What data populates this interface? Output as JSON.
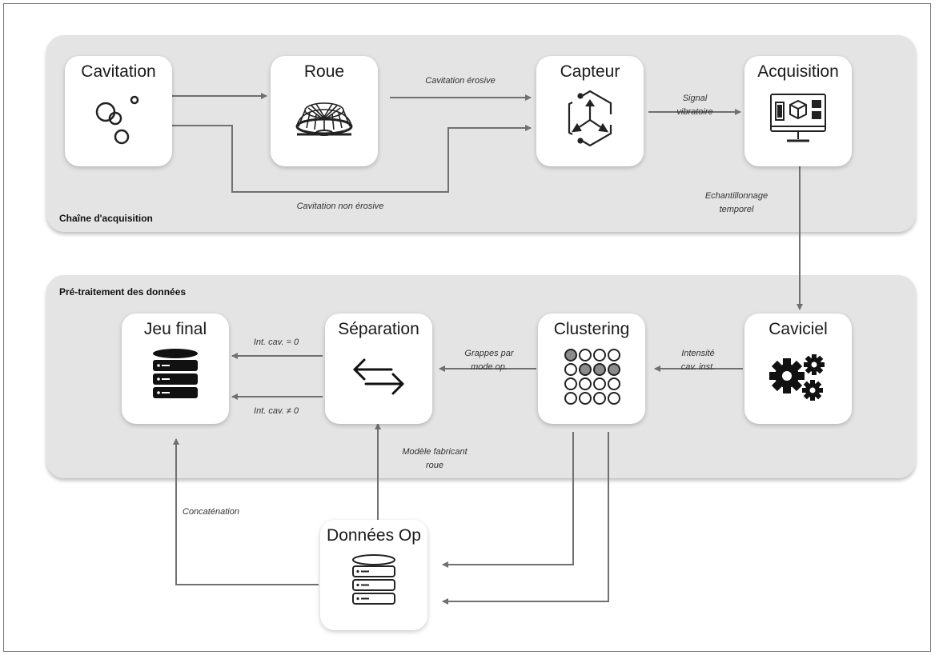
{
  "groups": {
    "acquisition": "Chaîne d'acquisition",
    "pretraitement": "Pré-traitement des données"
  },
  "nodes": {
    "cavitation": "Cavitation",
    "roue": "Roue",
    "capteur": "Capteur",
    "acquisition": "Acquisition",
    "caviciel": "Caviciel",
    "clustering": "Clustering",
    "separation": "Séparation",
    "jeu_final": "Jeu final",
    "donnees_op": "Données Op"
  },
  "edges": {
    "cavitation_erosive": "Cavitation érosive",
    "cavitation_non_erosive": "Cavitation non érosive",
    "signal_line1": "Signal",
    "signal_line2": "vibratoire",
    "echant_line1": "Echantillonnage",
    "echant_line2": "temporel",
    "intensite_line1": "Intensité",
    "intensite_line2": "cav. inst.",
    "grappes_line1": "Grappes par",
    "grappes_line2": "mode op.",
    "int_cav_zero": "Int. cav. = 0",
    "int_cav_nonzero": "Int. cav. ≠ 0",
    "modele_line1": "Modèle fabricant",
    "modele_line2": "roue",
    "concatenation": "Concaténation"
  },
  "icons": {
    "cavitation": "bubbles-icon",
    "roue": "turbine-wheel-icon",
    "capteur": "sensor-axes-icon",
    "acquisition": "monitor-icon",
    "caviciel": "gears-icon",
    "clustering": "dot-grid-icon",
    "separation": "swap-arrows-icon",
    "jeu_final": "database-icon",
    "donnees_op": "database-icon"
  },
  "colors": {
    "panel": "#e4e4e4",
    "node": "#ffffff",
    "line": "#707070",
    "cluster_highlight": "#8c8c8c"
  }
}
